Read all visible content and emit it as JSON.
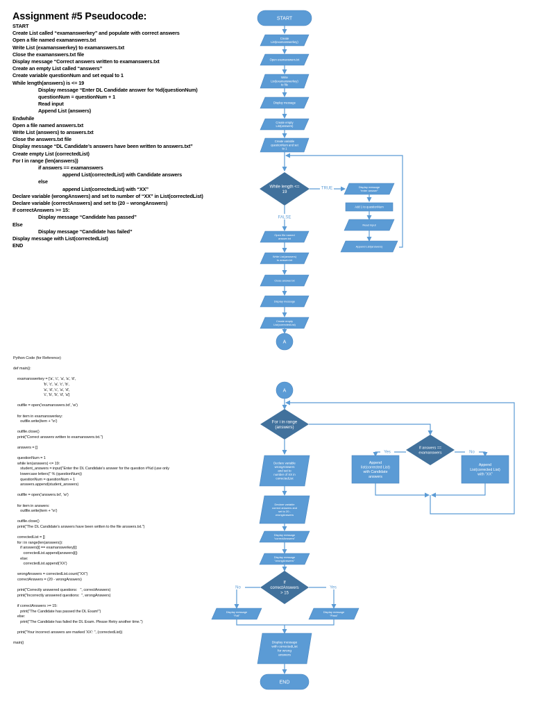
{
  "pseudocode": {
    "title": "Assignment #5 Pseudocode:",
    "lines": [
      {
        "text": "START",
        "indent": 0
      },
      {
        "text": "Create List called “examanswerkey” and populate with correct answers",
        "indent": 0
      },
      {
        "text": "Open a file named examanswers.txt",
        "indent": 0
      },
      {
        "text": "Write List (examanswerkey) to examanswers.txt",
        "indent": 0
      },
      {
        "text": "Close the examanswers.txt file",
        "indent": 0
      },
      {
        "text": "Display message “Correct answers written to examanswers.txt",
        "indent": 0
      },
      {
        "text": "Create an empty List called “answers”",
        "indent": 0
      },
      {
        "text": "Create variable questionNum and set equal to 1",
        "indent": 0
      },
      {
        "text": "While length(answers) is <= 19",
        "indent": 0
      },
      {
        "text": "Display message “Enter DL Candidate answer for %d(questionNum)",
        "indent": 1
      },
      {
        "text": "questionNum = questionNum + 1",
        "indent": 1
      },
      {
        "text": "Read input",
        "indent": 1
      },
      {
        "text": "Append List (answers)",
        "indent": 1
      },
      {
        "text": "Endwhile",
        "indent": 0
      },
      {
        "text": "Open a file named answers.txt",
        "indent": 0
      },
      {
        "text": "Write List (answers) to answers.txt",
        "indent": 0
      },
      {
        "text": "Close the answers.txt file",
        "indent": 0
      },
      {
        "text": "Display message “DL Candidate’s answers have been written to answers.txt”",
        "indent": 0
      },
      {
        "text": "Create empty List (correctedList)",
        "indent": 0
      },
      {
        "text": "For I in range (len(answers))",
        "indent": 0
      },
      {
        "text": "if answers == examanswers",
        "indent": 1
      },
      {
        "text": "append List(correctedList) with Candidate answers",
        "indent": 2
      },
      {
        "text": "else",
        "indent": 1
      },
      {
        "text": "append List(correctedList) with “XX”",
        "indent": 2
      },
      {
        "text": "Declare variable (wrongAnswers) and set to number of “XX” in List(correctedList)",
        "indent": 0
      },
      {
        "text": "Declare variable (correctAnswers) and set to (20 – wrongAnswers)",
        "indent": 0
      },
      {
        "text": "If correctAnswers >= 15:",
        "indent": 0
      },
      {
        "text": "Display message “Candidate has passed”",
        "indent": 1
      },
      {
        "text": "Else",
        "indent": 0
      },
      {
        "text": "Display message “Candidate has failed”",
        "indent": 1
      },
      {
        "text": "Display message with List(correctedList)",
        "indent": 0
      },
      {
        "text": "END",
        "indent": 0
      }
    ]
  },
  "python_code": {
    "lines": [
      "Python Code (for Reference)",
      "",
      "def main():",
      "",
      "    examanswerkey = ['a', 'c', 'a', 'a', 'd',",
      "                              'b', 'c', 'a', 'c', 'b',",
      "                              'a', 'd', 'c', 'a', 'd',",
      "                              'c', 'b', 'b', 'd', 'a']",
      "",
      "    outfile = open('examanswers.txt', 'w')",
      "",
      "    for item in examanswerkey:",
      "       outfile.write(item + '\\n')",
      "",
      "    outfile.close()",
      "    print(\"Correct answers written to examanswers.txt.\")",
      "",
      "    answers = []",
      "",
      "    questionNum = 1",
      "    while len(answers) <= 19:",
      "       student_answers = input(\"Enter the DL Candidate's answer for the question #%d (use only",
      "       lowercase letters)\" % (questionNum))",
      "       questionNum = questionNum + 1",
      "       answers.append(student_answers)",
      "",
      "    outfile = open('answers.txt', 'w')",
      "",
      "    for item in answers:",
      "       outfile.write(item + '\\n')",
      "",
      "    outfile.close()",
      "    print(\"The DL Candidate's answers have been written to the file answers.txt.\")",
      "",
      "    correctedList = []",
      "    for i in range(len(answers)):",
      "       if answers[i] == examanswerkey[i]:",
      "          correctedList.append(answers[i])",
      "       else:",
      "          correctedList.append('XX')",
      "",
      "    wrongAnswers = correctedList.count(\"XX\")",
      "    correctAnswers = (20 - wrongAnswers)",
      "",
      "    print(\"Correctly answered questions:   \", correctAnswers)",
      "    print(\"Incorrectly answered questions:  \", wrongAnswers)",
      "",
      "    if correctAnswers >= 15:",
      "       print(\"The Candidate has passed the DL Exam!\")",
      "    else:",
      "       print(\"The Candidate has failed the DL Exam. Please Retry another time.\")",
      "",
      "    print(\"Your incorrect answers are marked 'XX': \", (correctedList))",
      "",
      "main()"
    ]
  },
  "colors": {
    "shape_fill": "#5b9bd5",
    "decision_fill": "#41719c",
    "connector_line": "#5b9bd5",
    "shape_text": "#ffffff"
  },
  "flowchart1": {
    "start": "START",
    "steps": [
      [
        "Create",
        "List(examanswerkey)"
      ],
      [
        "Open examanswers.txt"
      ],
      [
        "Write",
        "List(examanswerkey)",
        "to file"
      ],
      [
        "Display message"
      ],
      [
        "Create empty",
        "List(answers)"
      ],
      [
        "Create variable",
        "questionNum and set",
        "to 1"
      ]
    ],
    "decision": [
      "While length <=",
      "19"
    ],
    "true_label": "TRUE",
    "false_label": "FALSE",
    "loop_steps": [
      [
        "Display message",
        "“enter answer”"
      ],
      [
        "Add 1 to questionNum"
      ],
      [
        "Read input"
      ],
      [
        "Append List(answers)"
      ]
    ],
    "after_steps": [
      [
        "Open file named",
        "answer.txt"
      ],
      [
        "Write List(answers)",
        "to answer.txt"
      ],
      [
        "Close answer.txt"
      ],
      [
        "Display message"
      ],
      [
        "Create empty",
        "List(correctedList)"
      ]
    ],
    "connector": "A"
  },
  "flowchart2": {
    "connector": "A",
    "loop_decision": [
      "For i in range",
      "(answers)"
    ],
    "if_decision": [
      "If answers ==",
      "examanswers"
    ],
    "yes_label": "Yes",
    "no_label": "No",
    "yes_box": [
      "Append",
      "list(corrected List)",
      "with Candidate",
      "answers"
    ],
    "no_box": [
      "Append",
      "List(corrected List)",
      "with “XX”"
    ],
    "steps": [
      [
        "Declare variable",
        "wrongAnswers",
        "and set to",
        "number of XX in",
        "correctedList"
      ],
      [
        "Declare variable",
        "correct answers and",
        "set to 20 -",
        "wrongAnswers"
      ],
      [
        "Display message",
        "“correctAnswers”"
      ],
      [
        "Display message",
        "“wrongAnswers”"
      ]
    ],
    "pass_decision": [
      "If",
      "correctAnswers",
      "> 15"
    ],
    "no_label2": "No",
    "yes_label2": "Yes",
    "fail_box": [
      "Display message",
      "“Fail”"
    ],
    "pass_box": [
      "Display message",
      "“Pass”"
    ],
    "final_box": [
      "Display message",
      "with correctedList",
      "for wrong",
      "answers"
    ],
    "end": "END"
  }
}
